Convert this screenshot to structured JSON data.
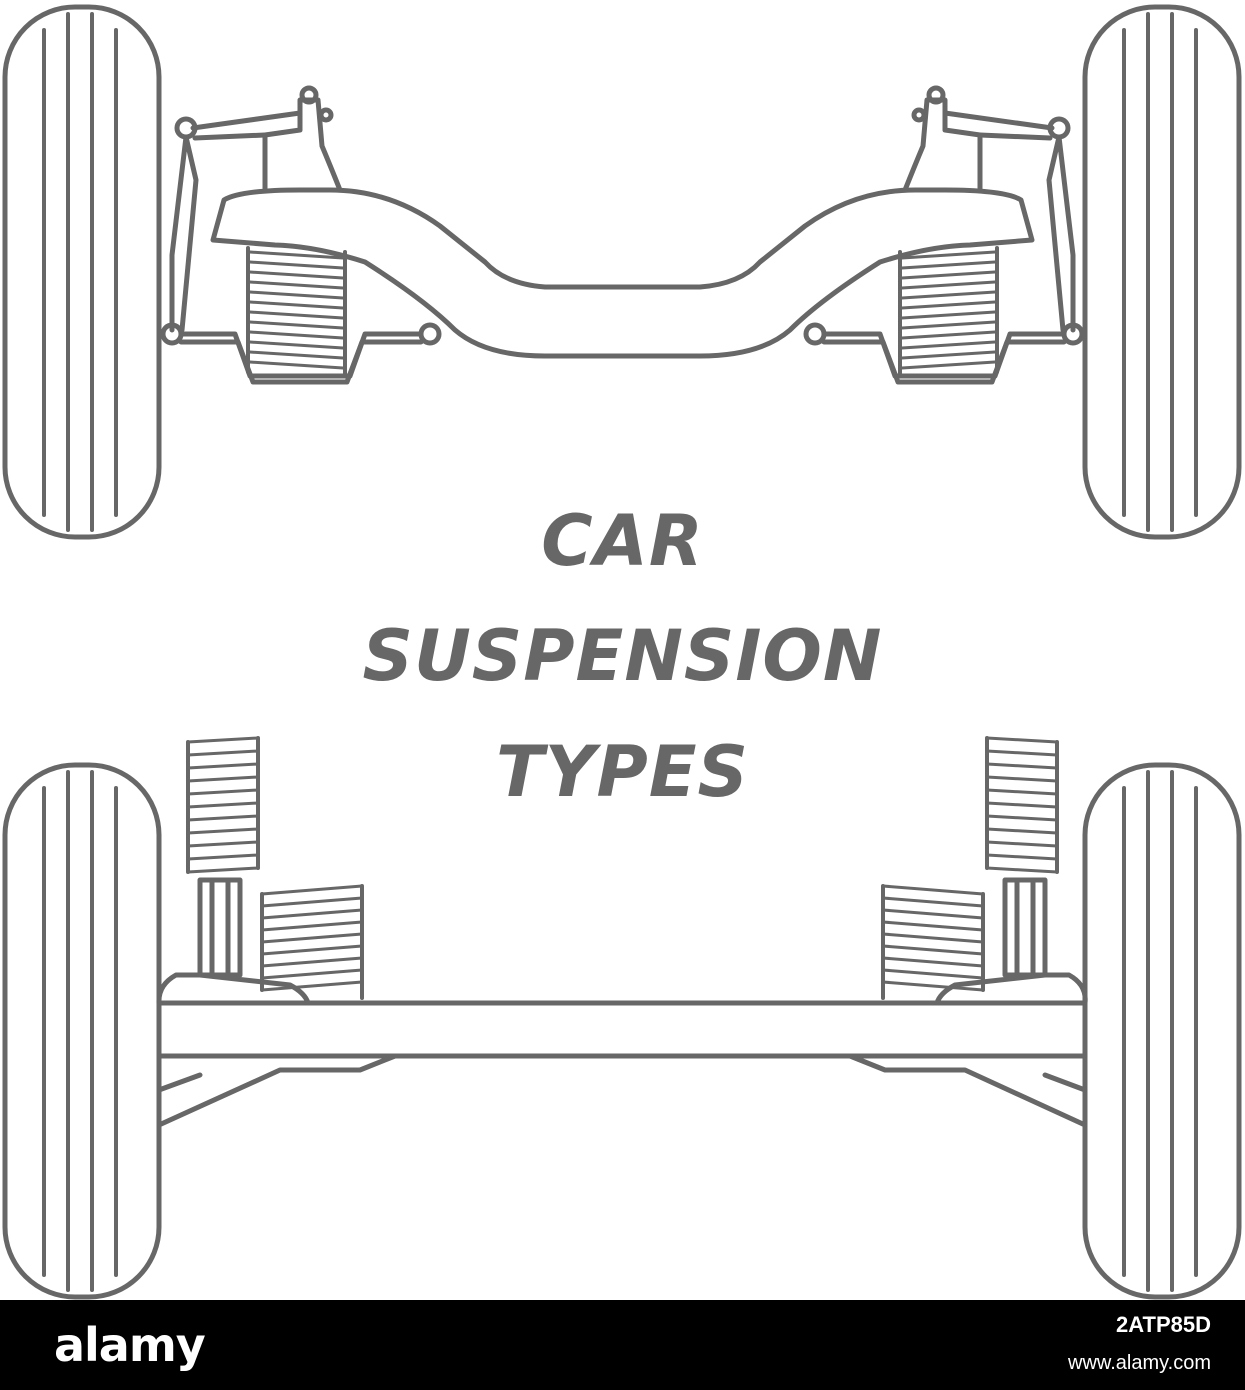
{
  "title": {
    "line1": "CAR",
    "line2": "SUSPENSION",
    "line3": "TYPES"
  },
  "colors": {
    "line": "#676767",
    "background": "#ffffff",
    "footer_bg": "#000000",
    "footer_text": "#ffffff"
  },
  "diagrams": {
    "top": "independent-front-suspension",
    "bottom": "solid-axle-suspension"
  },
  "footer": {
    "logo": "alamy",
    "image_id": "2ATP85D",
    "site": "www.alamy.com"
  }
}
